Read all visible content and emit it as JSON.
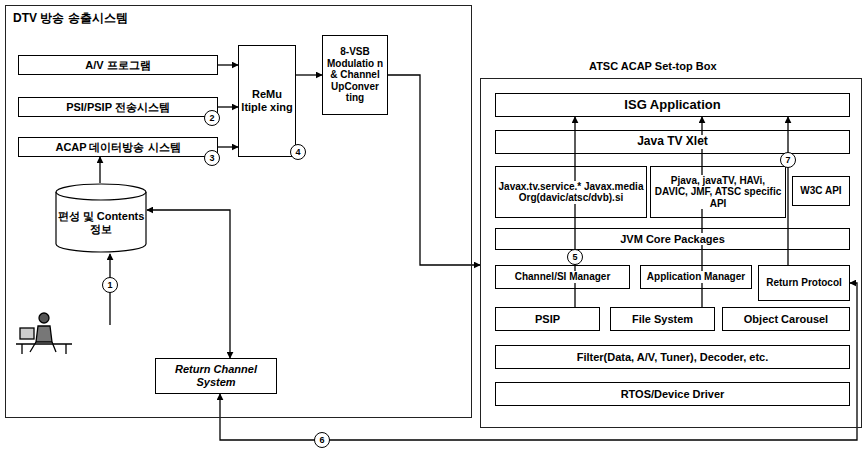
{
  "diagram": {
    "nodes": [
      {
        "text": [
          "DTV 방송 송출시스템"
        ]
      },
      {
        "text": [
          "A/V 프로그램"
        ],
        "in": 0
      },
      {
        "text": [
          "PSI/PSIP 전송시스템"
        ],
        "in": 0
      },
      {
        "text": [
          "ACAP 데이터방송 시스템"
        ],
        "in": 0
      },
      {
        "text": [
          "ReMu ltiple xing"
        ],
        "in": 0
      },
      {
        "text": [
          "8-VSB Modulatio n & Channel UpConver ting"
        ],
        "in": 0
      },
      {
        "text": [
          "편성 및 Contents 정보"
        ],
        "in": 0
      },
      {
        "text": [
          "Return Channel System"
        ],
        "in": 0
      },
      {
        "text": [
          "ATSC ACAP Set-top Box"
        ]
      },
      {
        "text": [
          "ISG Application"
        ],
        "in": 8
      },
      {
        "text": [
          "Java TV Xlet"
        ],
        "in": 8
      },
      {
        "text": [
          "Javax.tv.service.* Javax.media Org(davic/atsc/dvb).si"
        ],
        "in": 8
      },
      {
        "text": [
          "Pjava, javaTV, HAVi, DAVIC, JMF, ATSC specific API"
        ],
        "in": 8
      },
      {
        "text": [
          "W3C API"
        ],
        "in": 8
      },
      {
        "text": [
          "JVM Core Packages"
        ],
        "in": 8
      },
      {
        "text": [
          "Channel/SI Manager"
        ],
        "in": 8
      },
      {
        "text": [
          "Application Manager"
        ],
        "in": 8
      },
      {
        "text": [
          "Return Protocol"
        ],
        "in": 8
      },
      {
        "text": [
          "PSIP"
        ],
        "in": 8
      },
      {
        "text": [
          "File System"
        ],
        "in": 8
      },
      {
        "text": [
          "Object Carousel"
        ],
        "in": 8
      },
      {
        "text": [
          "Filter(Data, A/V, Tuner), Decoder, etc."
        ],
        "in": 8
      },
      {
        "text": [
          "RTOS/Device Driver"
        ],
        "in": 8
      }
    ],
    "edges": [
      {
        "from": 1,
        "to": 4,
        "arrow": "to"
      },
      {
        "from": 2,
        "to": 4,
        "arrow": "to"
      },
      {
        "from": 3,
        "to": 4,
        "arrow": "to"
      },
      {
        "from": 4,
        "to": 5,
        "arrow": "to"
      },
      {
        "from": 5,
        "to": 8,
        "arrow": "to"
      },
      {
        "from": 6,
        "to": 3,
        "arrow": "to"
      },
      {
        "from": 6,
        "to": 7,
        "arrow": "both"
      },
      {
        "from": 7,
        "to": 17,
        "label": "6",
        "arrow": "both"
      },
      {
        "from": 18,
        "to": 9,
        "label": "5",
        "arrow": "to"
      },
      {
        "from": 19,
        "to": 9,
        "arrow": "to"
      },
      {
        "from": 17,
        "to": 9,
        "label": "7",
        "arrow": "to"
      }
    ],
    "labels": [
      "2",
      "3",
      "4",
      "1"
    ]
  }
}
